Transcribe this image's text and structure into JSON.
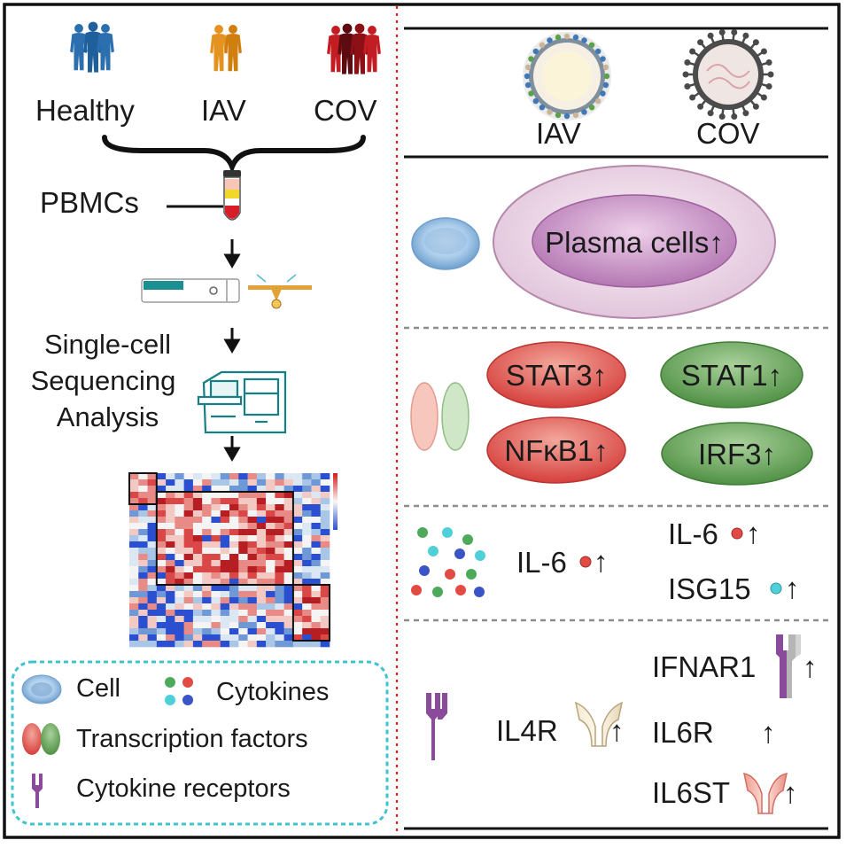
{
  "left": {
    "groups": [
      "Healthy",
      "IAV",
      "COV"
    ],
    "pbmcs": "PBMCs",
    "analysis": [
      "Single-cell",
      "Sequencing",
      "Analysis"
    ],
    "legend": {
      "cell": "Cell",
      "cytokines": "Cytokines",
      "tf": "Transcription factors",
      "receptors": "Cytokine receptors"
    }
  },
  "right": {
    "viruses": [
      "IAV",
      "COV"
    ],
    "plasma": "Plasma cells↑",
    "tfs": [
      "STAT3↑",
      "STAT1↑",
      "NFκB1↑",
      "IRF3↑"
    ],
    "cytokines": {
      "shared": "IL-6",
      "il6": "IL-6",
      "isg15": "ISG15",
      "arrow": "↑"
    },
    "receptors": {
      "il4r": "IL4R",
      "ifnar1": "IFNAR1",
      "il6r": "IL6R",
      "il6st": "IL6ST",
      "arrow": "↑"
    }
  },
  "colors": {
    "healthy": "#2b6fae",
    "iav": "#e08a16",
    "cov": "#b5161c",
    "red_tf": "#dc4a48",
    "green_tf": "#5e9d4f",
    "plasma_outer": "#ecd7e6",
    "plasma_inner": "#c88fc6",
    "cell": "#8cb6dd",
    "receptor": "#8a4c9a",
    "legend_border": "#3fc3cf",
    "divider": "#e1251b"
  },
  "heatmap": {
    "rows": 28,
    "cols": 22
  }
}
